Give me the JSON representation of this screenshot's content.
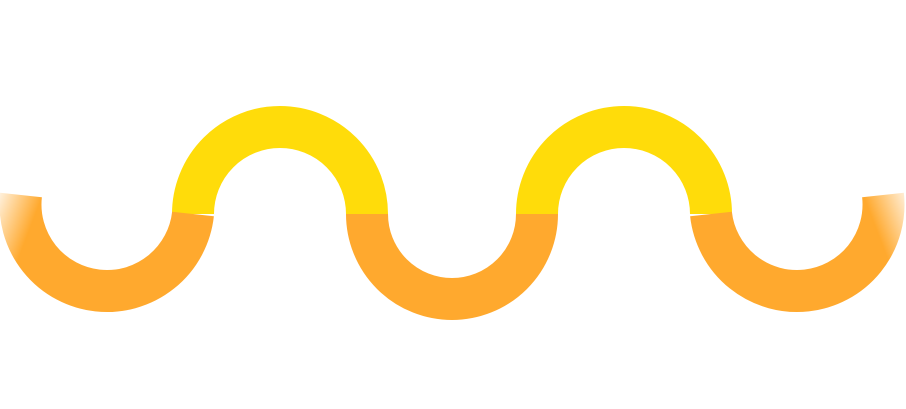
{
  "wave": {
    "colors": {
      "upper_arc": "#FFDC0A",
      "lower_arc": "#FFA92E",
      "background": "#FFFFFF"
    },
    "shape": "squiggle-wave",
    "upper_arc_count": 2,
    "lower_arc_count": 3,
    "ends_fade": true
  }
}
